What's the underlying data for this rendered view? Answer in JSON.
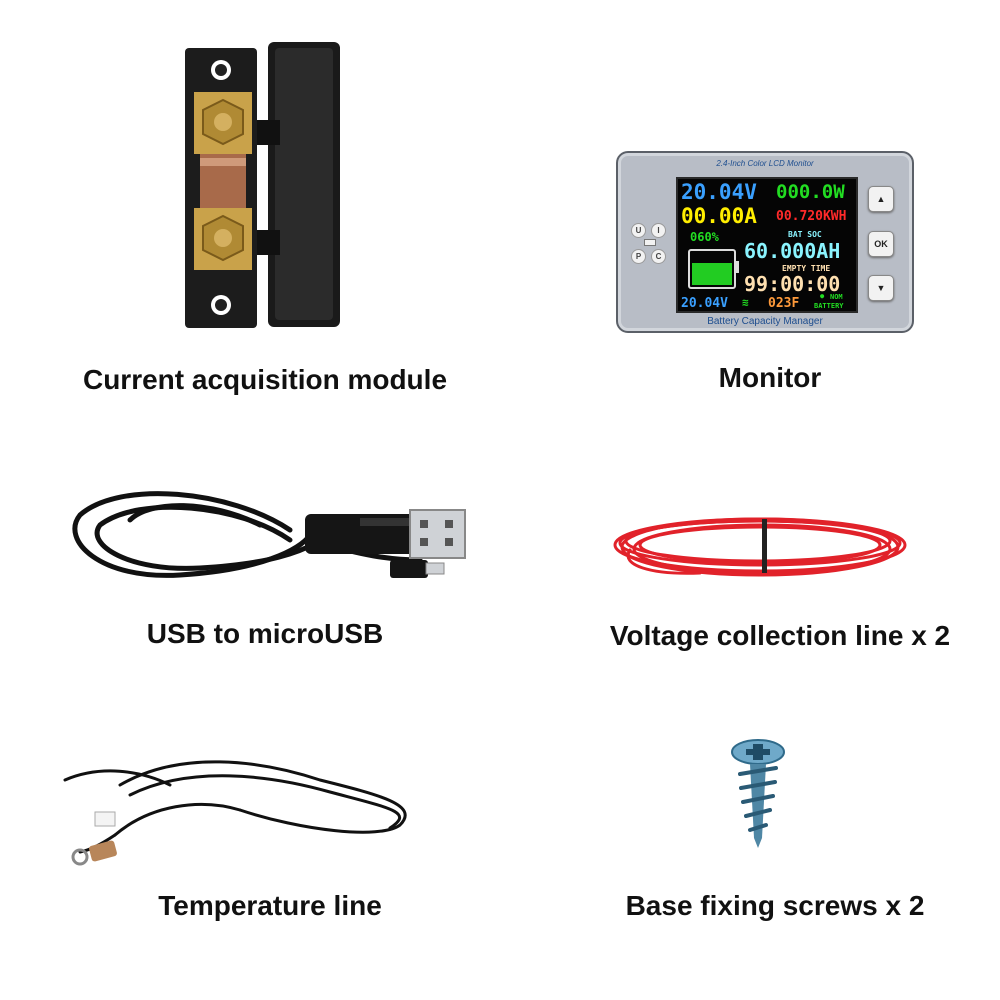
{
  "items": [
    {
      "caption": "Current acquisition module",
      "icon": "shunt-module-icon"
    },
    {
      "caption": "Monitor",
      "icon": "lcd-monitor-icon"
    },
    {
      "caption": "USB to microUSB",
      "icon": "usb-cable-icon"
    },
    {
      "caption": "Voltage collection line x 2",
      "icon": "red-wire-icon"
    },
    {
      "caption": "Temperature line",
      "icon": "temperature-probe-icon"
    },
    {
      "caption": "Base fixing screws x 2",
      "icon": "screw-icon"
    }
  ],
  "monitor": {
    "header": "2.4-Inch Color LCD Monitor",
    "footer": "Battery Capacity Manager",
    "voltage": "20.04V",
    "power": "000.0W",
    "current": "00.00A",
    "energy": "00.720KWH",
    "soc_percent": "060%",
    "bat_soc_label": "BAT SOC",
    "capacity": "60.000AH",
    "empty_time_label": "EMPTY TIME",
    "time": "99:00:00",
    "voltage_small": "20.04V",
    "temp": "023F",
    "status_label": "NOM",
    "battery_label": "BATTERY",
    "soc_level": 0.6,
    "buttons": {
      "up": "▲",
      "ok": "OK",
      "down": "▼"
    },
    "mode_keys": [
      "U",
      "I",
      "P",
      "C"
    ],
    "colors": {
      "voltage": "#3aa0ff",
      "power": "#22dd22",
      "current": "#ffee00",
      "energy": "#ff2a2a",
      "time": "#ffe0b0",
      "temp": "#ff9a3a"
    }
  }
}
